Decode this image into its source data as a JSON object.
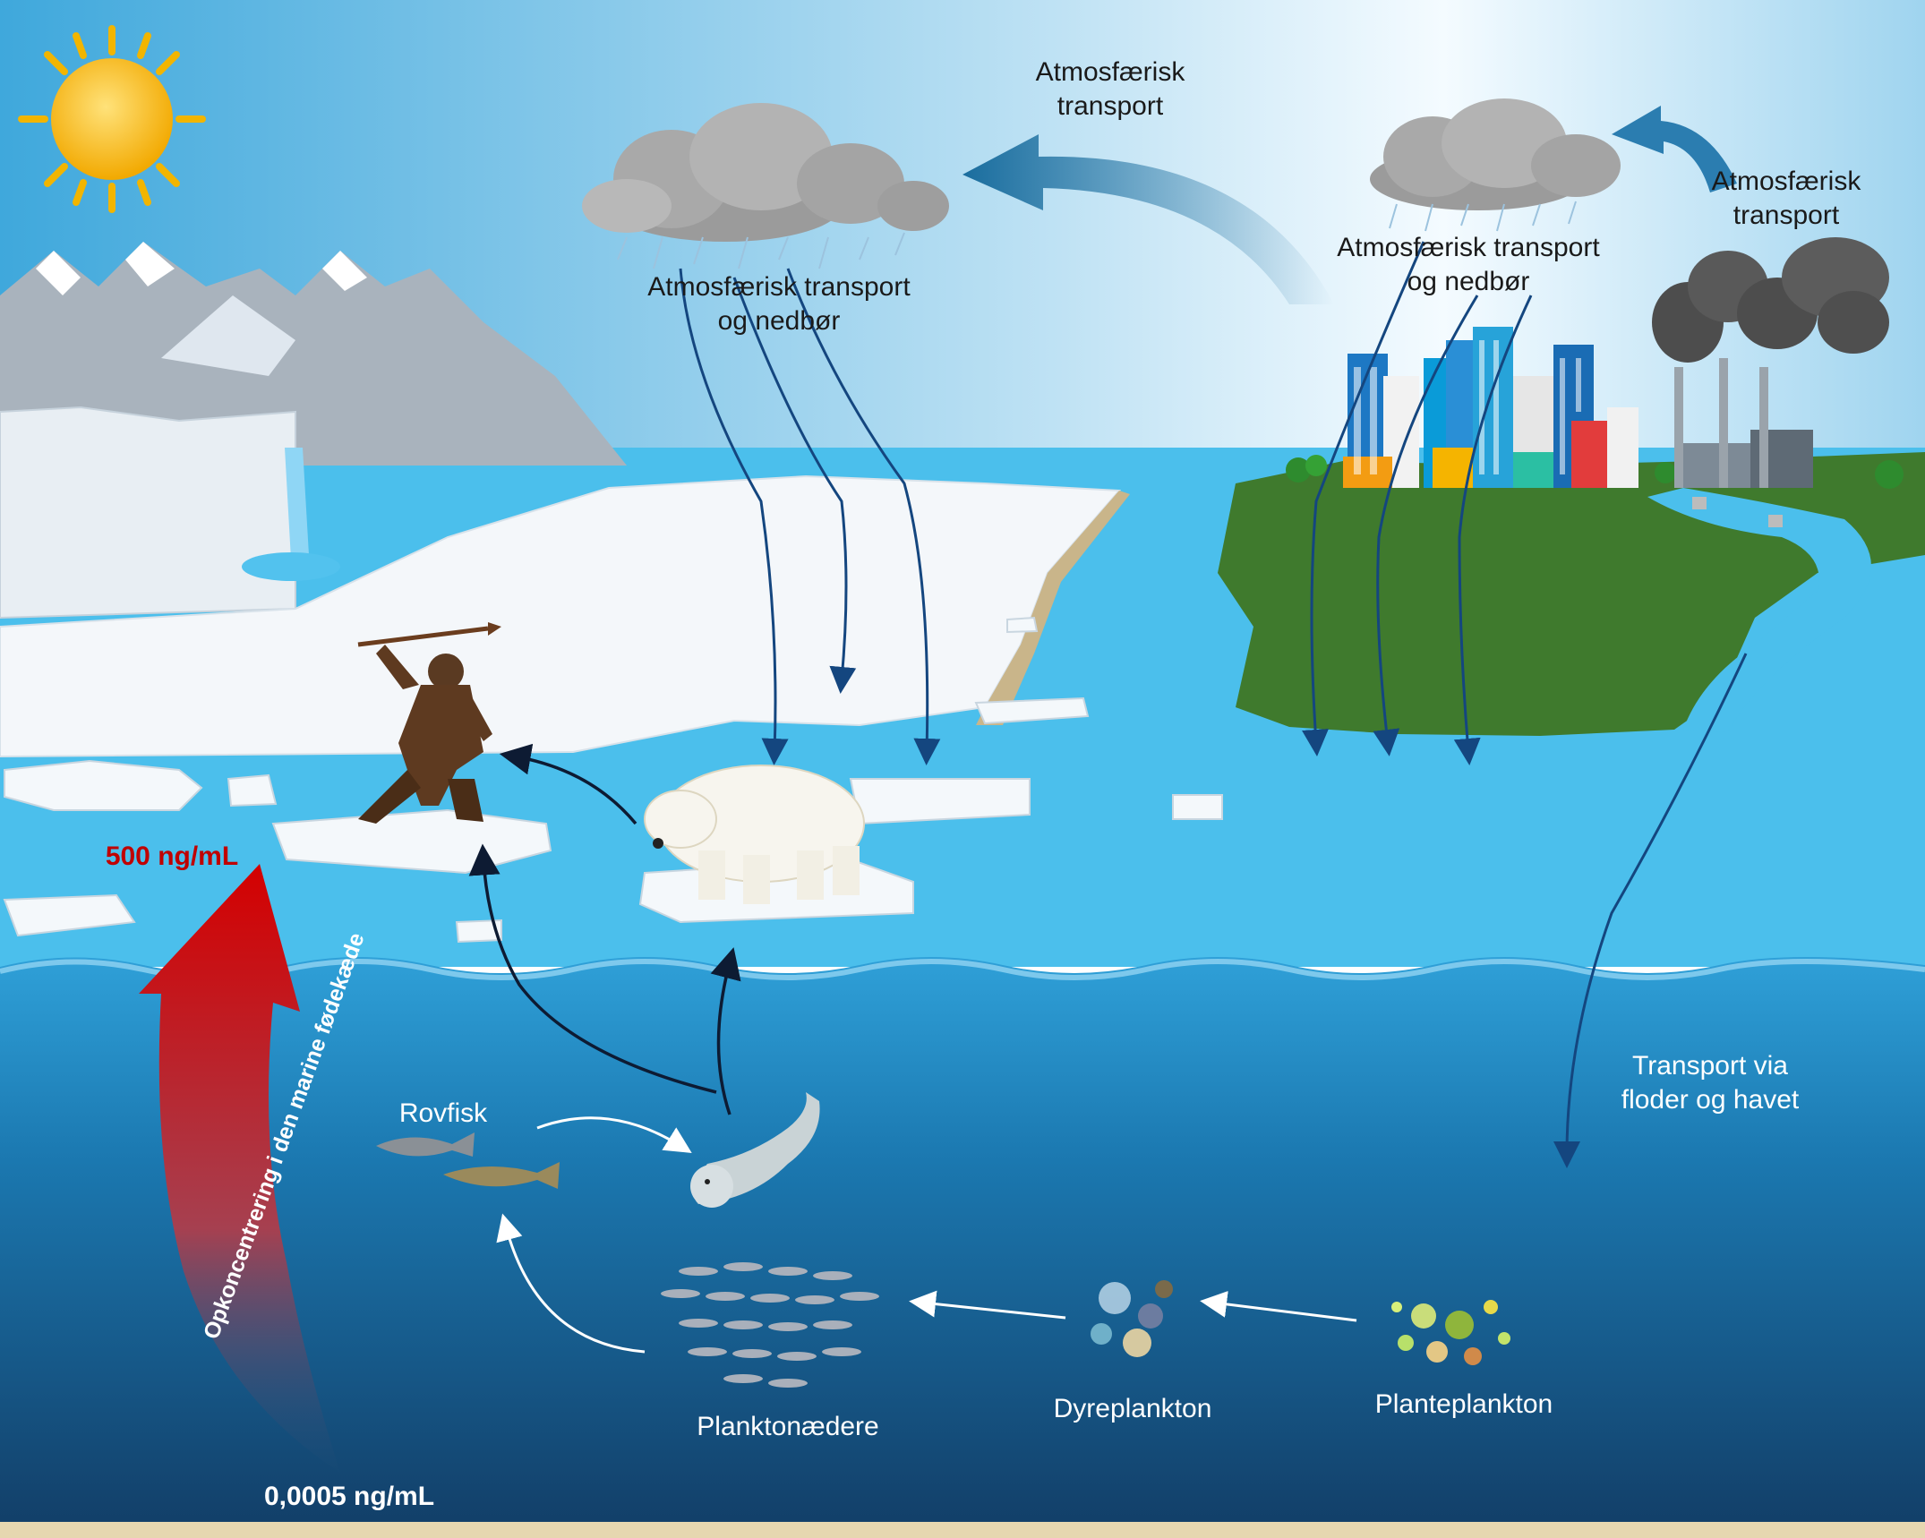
{
  "labels": {
    "atm_transport_left": "Atmosfærisk\ntransport",
    "atm_transport_right": "Atmosfærisk\ntransport",
    "atm_precip_left": "Atmosfærisk transport\nog nedbør",
    "atm_precip_right": "Atmosfærisk transport\nog nedbør",
    "river_transport": "Transport via\nfloder og havet",
    "rovfisk": "Rovfisk",
    "planktonaedere": "Planktonædere",
    "dyreplankton": "Dyreplankton",
    "planteplankton": "Planteplankton",
    "conc_top": "500 ng/mL",
    "conc_bottom": "0,0005 ng/mL",
    "food_chain_arrow": "Opkoncentrering i den marine fødekæde"
  },
  "colors": {
    "sky": "#d6ecf8",
    "ocean_surface": "#4bbfec",
    "deep_sea": "#13537e",
    "land": "#3f7a2d",
    "concentration_red": "#c00000",
    "transport_arrow": "#1a6d9e"
  }
}
